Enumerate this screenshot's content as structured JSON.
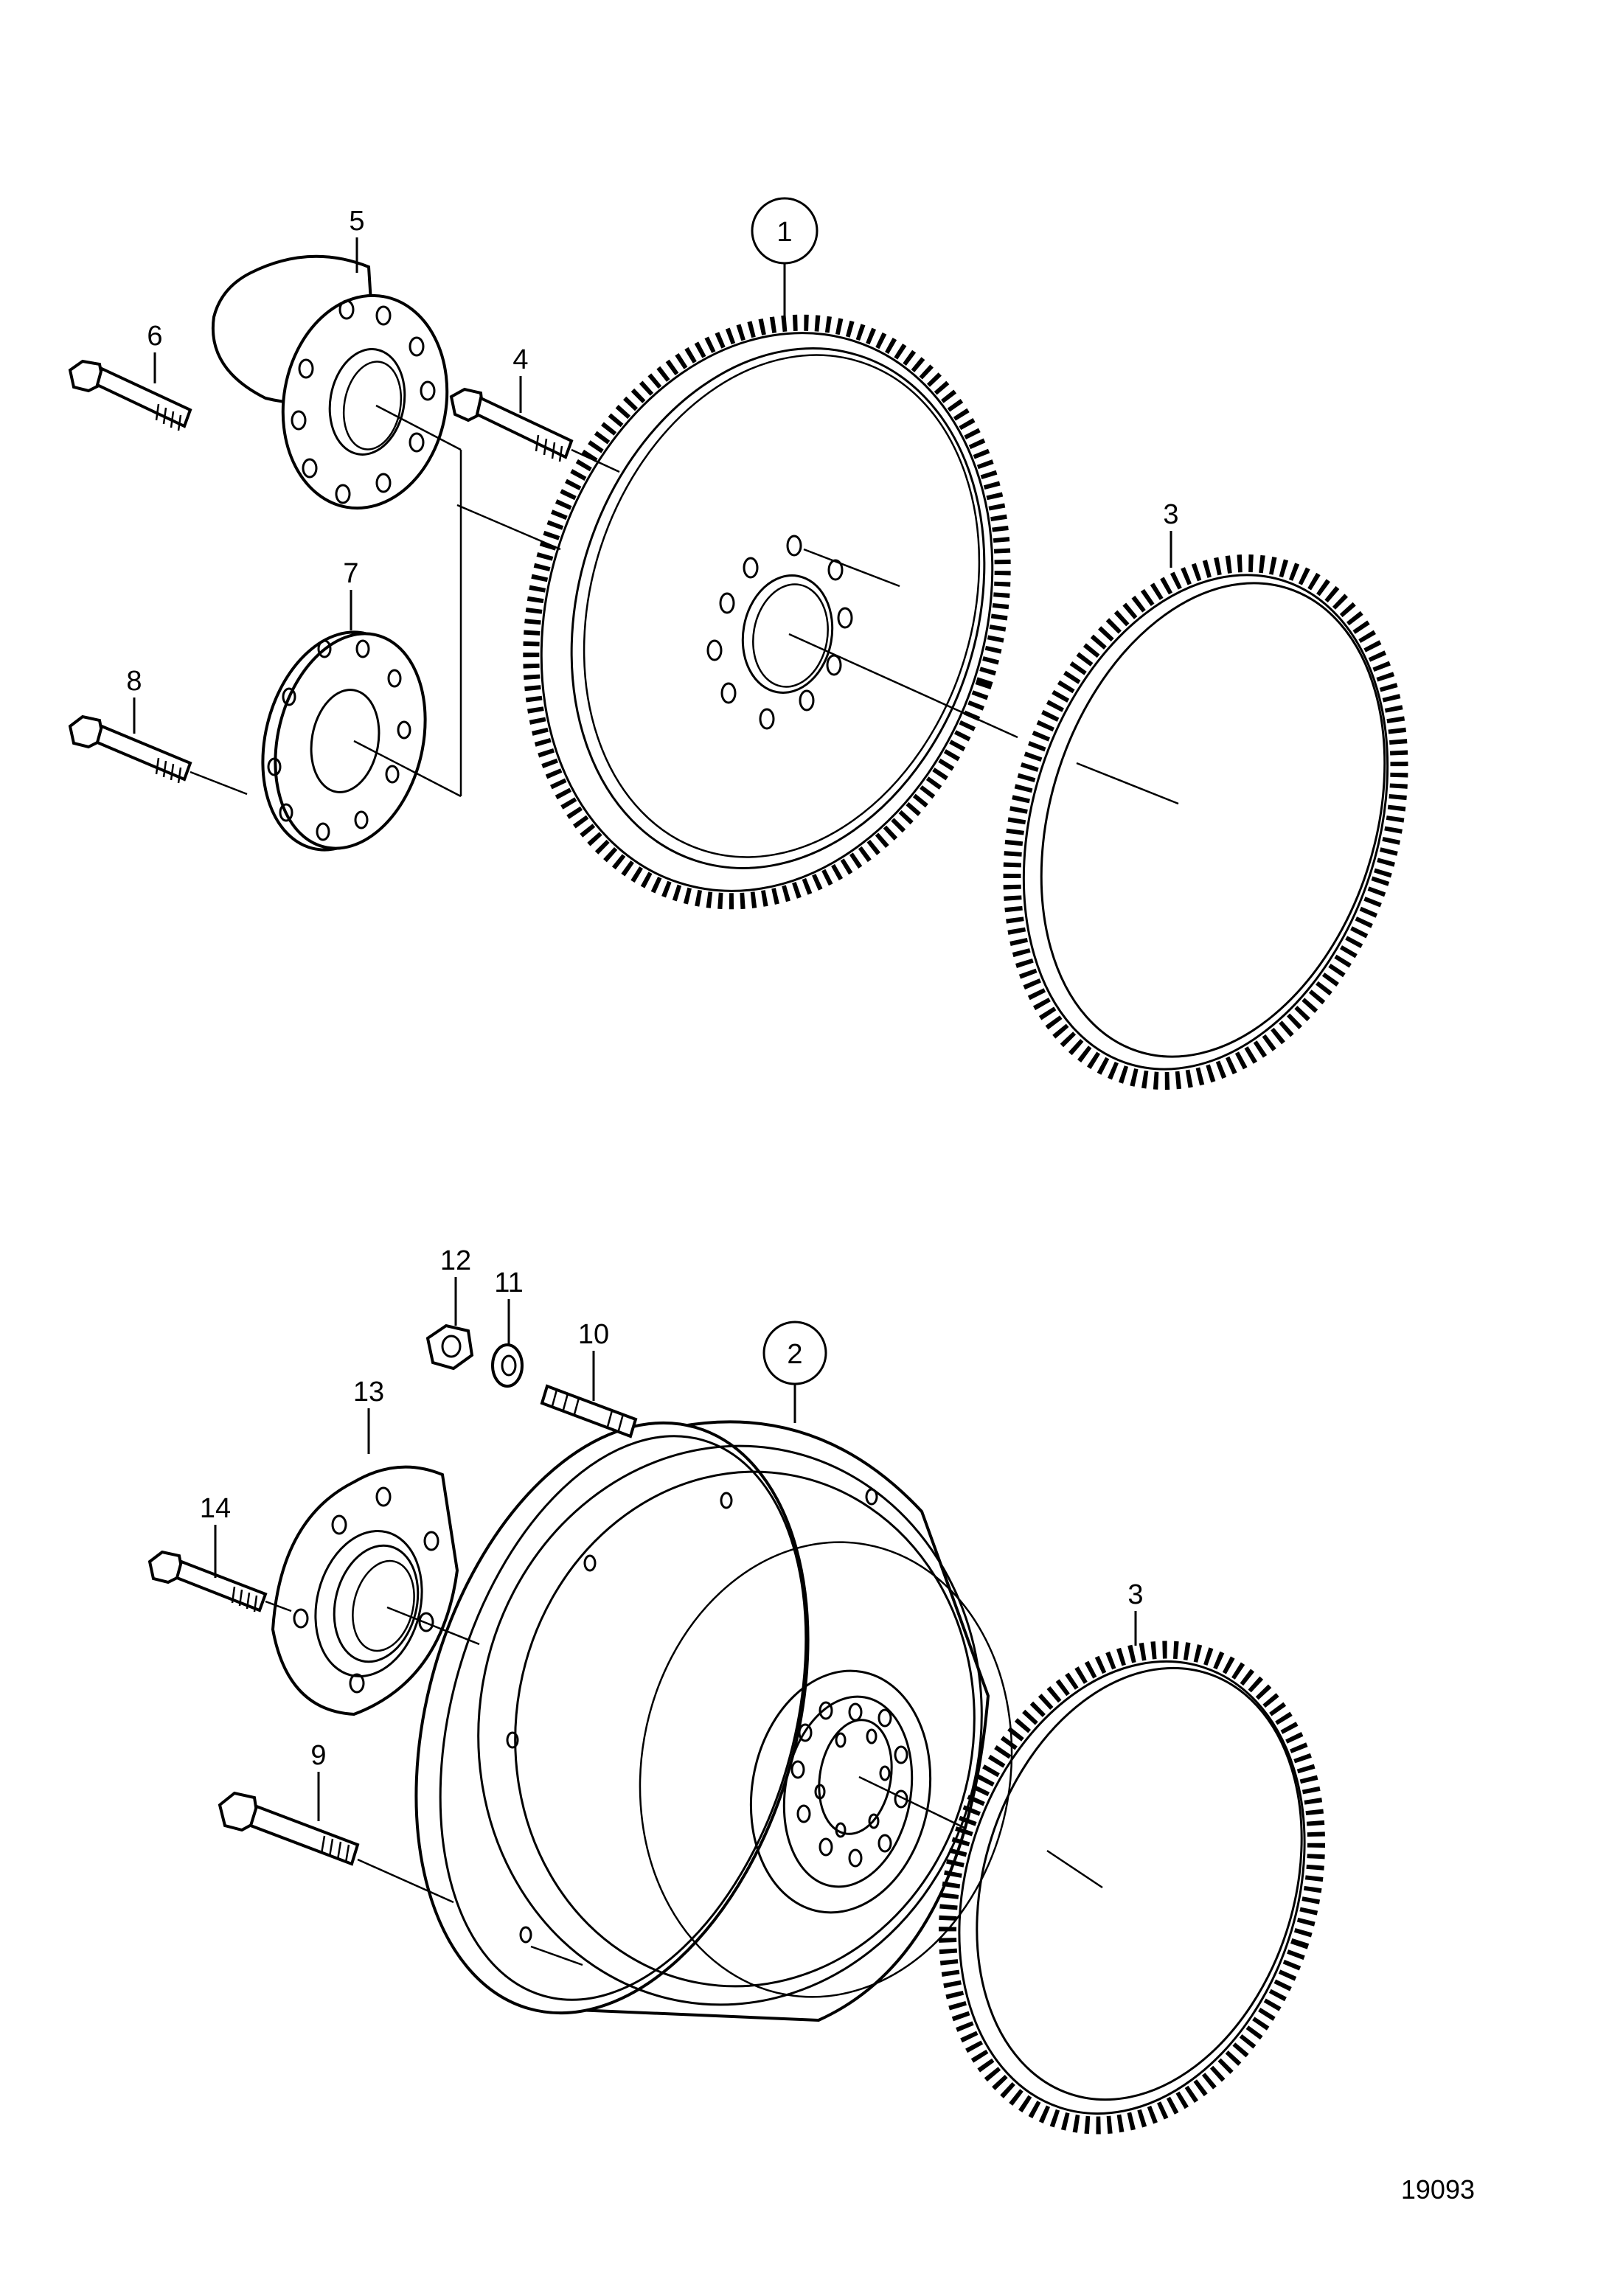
{
  "drawing": {
    "figure_number": "19093",
    "assembly_1_label": "1",
    "assembly_2_label": "2",
    "callouts": {
      "c3a": "3",
      "c3b": "3",
      "c4": "4",
      "c5": "5",
      "c6": "6",
      "c7": "7",
      "c8": "8",
      "c9": "9",
      "c10": "10",
      "c11": "11",
      "c12": "12",
      "c13": "13",
      "c14": "14"
    }
  }
}
